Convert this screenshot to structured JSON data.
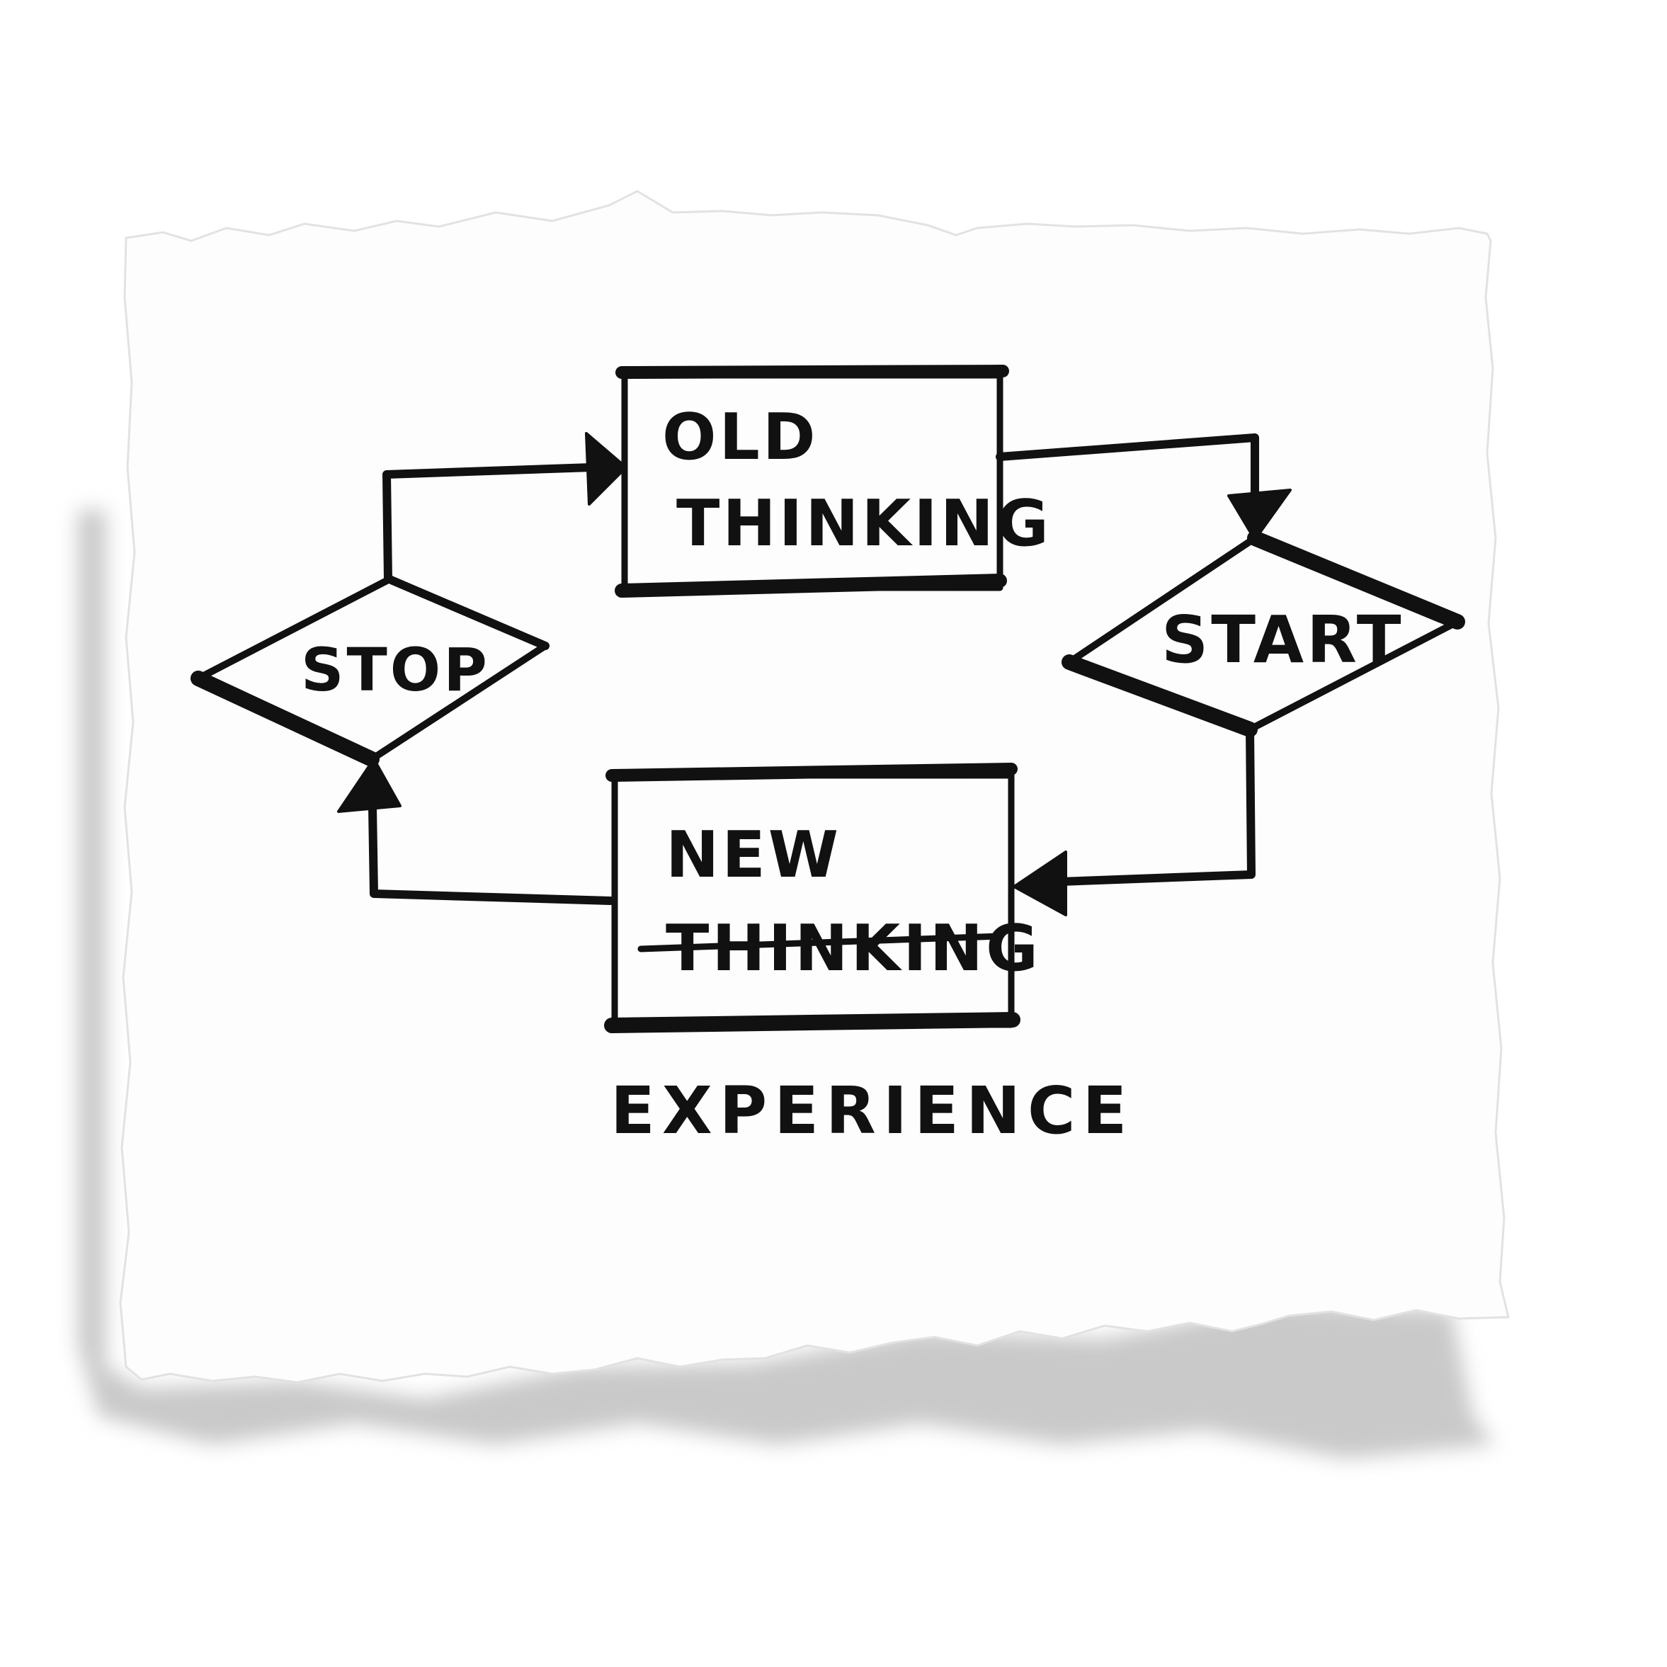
{
  "diagram": {
    "nodes": {
      "old_thinking": {
        "line1": "OLD",
        "line2": "THINKING"
      },
      "start": {
        "label": "START"
      },
      "new_thinking": {
        "line1": "NEW",
        "line2": "THINKING",
        "line2_struck_through": true
      },
      "stop": {
        "label": "STOP"
      }
    },
    "caption": "EXPERIENCE",
    "edges": [
      {
        "from": "old_thinking",
        "to": "start"
      },
      {
        "from": "start",
        "to": "new_thinking"
      },
      {
        "from": "new_thinking",
        "to": "stop"
      },
      {
        "from": "stop",
        "to": "old_thinking"
      }
    ]
  },
  "colors": {
    "ink": "#111111",
    "paper": "#fdfdfd",
    "shadow": "#c9c9c9",
    "background": "#ffffff"
  }
}
